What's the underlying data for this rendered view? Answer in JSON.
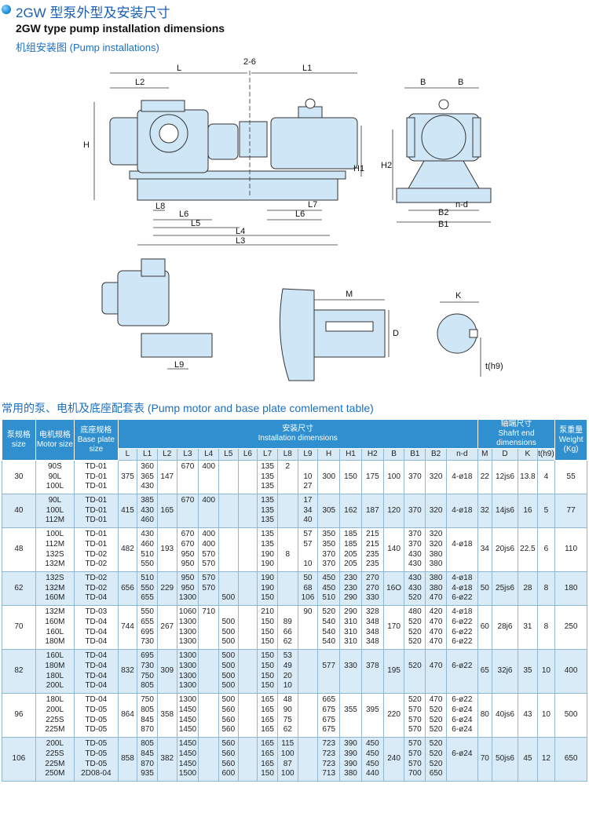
{
  "header": {
    "title_cn": "2GW 型泵外型及安装尺寸",
    "title_en": "2GW type pump installation dimensions",
    "subtitle": "机组安装图 (Pump installations)"
  },
  "drawing_labels": {
    "L": "L",
    "L2": "L2",
    "L1": "L1",
    "H": "H",
    "H1": "H1",
    "H2": "H2",
    "gap": "2-6",
    "L3": "L3",
    "L4": "L4",
    "L5": "L5",
    "L6": "L6",
    "L7": "L7",
    "L8": "L8",
    "L9": "L9",
    "B": "B",
    "B1": "B1",
    "B2": "B2",
    "nd": "n-d",
    "M": "M",
    "D": "D",
    "K": "K",
    "th9": "t(h9)"
  },
  "table": {
    "caption": "常用的泵、电机及底座配套表 (Pump motor and base plate comlement table)",
    "headers": {
      "size_cn": "泵规格",
      "size_en": "size",
      "motor_cn": "电机规格",
      "motor_en": "Motor size",
      "base_cn": "底座规格",
      "base_en": "Base plate size",
      "install_cn": "安装尺寸",
      "install_en": "Installation dimensions",
      "shaft_cn": "轴端尺寸",
      "shaft_en": "Shafrt end dimensions",
      "weight_cn": "泵重量",
      "weight_en": "Weight (Kg)"
    },
    "columns": [
      "L",
      "L1",
      "L2",
      "L3",
      "L4",
      "L5",
      "L6",
      "L7",
      "L8",
      "L9",
      "H",
      "H1",
      "H2",
      "B",
      "B1",
      "B2",
      "n-d",
      "M",
      "D",
      "K",
      "t(h9)"
    ],
    "groups": [
      {
        "size": "30",
        "motor": [
          "90S",
          "90L",
          "100L"
        ],
        "base": [
          "TD-01",
          "TD-01",
          "TD-01"
        ],
        "L": "375",
        "L1": [
          "360",
          "365",
          "430"
        ],
        "L2": "147",
        "L3": [
          "670"
        ],
        "L4": [
          "400"
        ],
        "L5": [],
        "L6": [],
        "L7": [
          "135",
          "135",
          "135"
        ],
        "L8": [
          "2"
        ],
        "L9": [
          "",
          "10",
          "27"
        ],
        "H": [
          "",
          "300",
          ""
        ],
        "H1": [
          "",
          "150",
          ""
        ],
        "H2": [
          "",
          "175",
          ""
        ],
        "B": "100",
        "B1": [
          "",
          "370",
          ""
        ],
        "B2": [
          "",
          "320",
          ""
        ],
        "nd": [
          "",
          "4-ø18",
          ""
        ],
        "M": "22",
        "D": "12js6",
        "K": "13.8",
        "t": "4",
        "weight": "55"
      },
      {
        "size": "40",
        "motor": [
          "90L",
          "100L",
          "112M"
        ],
        "base": [
          "TD-01",
          "TD-01",
          "TD-01"
        ],
        "L": "415",
        "L1": [
          "385",
          "430",
          "460"
        ],
        "L2": "165",
        "L3": [
          "670"
        ],
        "L4": [
          "400"
        ],
        "L5": [],
        "L6": [],
        "L7": [
          "135",
          "135",
          "135"
        ],
        "L8": [],
        "L9": [
          "17",
          "34",
          "40"
        ],
        "H": [
          "",
          "305",
          ""
        ],
        "H1": [
          "",
          "162",
          ""
        ],
        "H2": [
          "",
          "187",
          ""
        ],
        "B": "120",
        "B1": [
          "",
          "370",
          ""
        ],
        "B2": [
          "",
          "320",
          ""
        ],
        "nd": [
          "",
          "4-ø18",
          ""
        ],
        "M": "32",
        "D": "14js6",
        "K": "16",
        "t": "5",
        "weight": "77"
      },
      {
        "size": "48",
        "motor": [
          "100L",
          "112M",
          "132S",
          "132M"
        ],
        "base": [
          "TD-01",
          "TD-01",
          "TD-02",
          "TD-02"
        ],
        "L": "482",
        "L1": [
          "430",
          "460",
          "510",
          "550"
        ],
        "L2": "193",
        "L3": [
          "670",
          "670",
          "950",
          "950"
        ],
        "L4": [
          "400",
          "400",
          "570",
          "570"
        ],
        "L5": [],
        "L6": [],
        "L7": [
          "135",
          "135",
          "190",
          "190"
        ],
        "L8": [
          "",
          "",
          "8",
          ""
        ],
        "L9": [
          "57",
          "57",
          "",
          "10"
        ],
        "H": [
          "350",
          "350",
          "370",
          "370"
        ],
        "H1": [
          "185",
          "185",
          "205",
          "205"
        ],
        "H2": [
          "215",
          "215",
          "235",
          "235"
        ],
        "B": "140",
        "B1": [
          "370",
          "370",
          "430",
          "430"
        ],
        "B2": [
          "320",
          "320",
          "380",
          "380"
        ],
        "nd": [
          "",
          "4-ø18",
          "",
          ""
        ],
        "M": "34",
        "D": "20js6",
        "K": "22.5",
        "t": "6",
        "weight": "110"
      },
      {
        "size": "62",
        "motor": [
          "132S",
          "132M",
          "160M"
        ],
        "base": [
          "TD-02",
          "TD-02",
          "TD-04"
        ],
        "L": "656",
        "L1": [
          "510",
          "550",
          "655"
        ],
        "L2": "229",
        "L3": [
          "950",
          "950",
          "1300"
        ],
        "L4": [
          "570",
          "570",
          ""
        ],
        "L5": [
          "",
          "",
          "500"
        ],
        "L6": [],
        "L7": [
          "190",
          "190",
          "150"
        ],
        "L8": [],
        "L9": [
          "50",
          "68",
          "106"
        ],
        "H": [
          "450",
          "450",
          "510"
        ],
        "H1": [
          "230",
          "230",
          "290"
        ],
        "H2": [
          "270",
          "270",
          "330"
        ],
        "B": "16O",
        "B1": [
          "430",
          "430",
          "520"
        ],
        "B2": [
          "380",
          "380",
          "470"
        ],
        "nd": [
          "4-ø18",
          "4-ø18",
          "6-ø22"
        ],
        "M": "50",
        "D": "25js6",
        "K": "28",
        "t": "8",
        "weight": "180"
      },
      {
        "size": "70",
        "motor": [
          "132M",
          "160M",
          "160L",
          "180M"
        ],
        "base": [
          "TD-03",
          "TD-04",
          "TD-04",
          "TD-04"
        ],
        "L": "744",
        "L1": [
          "550",
          "655",
          "695",
          "730"
        ],
        "L2": "267",
        "L3": [
          "1060",
          "1300",
          "1300",
          "1300"
        ],
        "L4": [
          "710",
          "",
          "",
          ""
        ],
        "L5": [
          "",
          "500",
          "500",
          "500"
        ],
        "L6": [],
        "L7": [
          "210",
          "150",
          "150",
          "150"
        ],
        "L8": [
          "",
          "89",
          "66",
          "62"
        ],
        "L9": [
          "90",
          "",
          "",
          ""
        ],
        "H": [
          "520",
          "540",
          "540",
          "540"
        ],
        "H1": [
          "290",
          "310",
          "310",
          "310"
        ],
        "H2": [
          "328",
          "348",
          "348",
          "348"
        ],
        "B": "170",
        "B1": [
          "480",
          "520",
          "520",
          "520"
        ],
        "B2": [
          "420",
          "470",
          "470",
          "470"
        ],
        "nd": [
          "4-ø18",
          "6-ø22",
          "6-ø22",
          "6-ø22"
        ],
        "M": "60",
        "D": "28j6",
        "K": "31",
        "t": "8",
        "weight": "250"
      },
      {
        "size": "82",
        "motor": [
          "160L",
          "180M",
          "180L",
          "200L"
        ],
        "base": [
          "TD-04",
          "TD-04",
          "TD-04",
          "TD-04"
        ],
        "L": "832",
        "L1": [
          "695",
          "730",
          "750",
          "805"
        ],
        "L2": "309",
        "L3": [
          "1300",
          "1300",
          "1300",
          "1300"
        ],
        "L4": [],
        "L5": [
          "500",
          "500",
          "500",
          "500"
        ],
        "L6": [],
        "L7": [
          "150",
          "150",
          "150",
          "150"
        ],
        "L8": [
          "53",
          "49",
          "20",
          "10"
        ],
        "L9": [],
        "H": [
          "",
          "577",
          "",
          ""
        ],
        "H1": [
          "",
          "330",
          "",
          ""
        ],
        "H2": [
          "",
          "378",
          "",
          ""
        ],
        "B": "195",
        "B1": [
          "",
          "520",
          "",
          ""
        ],
        "B2": [
          "",
          "470",
          "",
          ""
        ],
        "nd": [
          "",
          "6-ø22",
          "",
          ""
        ],
        "M": "65",
        "D": "32j6",
        "K": "35",
        "t": "10",
        "weight": "400"
      },
      {
        "size": "96",
        "motor": [
          "180L",
          "200L",
          "225S",
          "225M"
        ],
        "base": [
          "TD-04",
          "TD-05",
          "TD-05",
          "TD-05"
        ],
        "L": "864",
        "L1": [
          "750",
          "805",
          "845",
          "870"
        ],
        "L2": "358",
        "L3": [
          "1300",
          "1450",
          "1450",
          "1450"
        ],
        "L4": [],
        "L5": [
          "500",
          "560",
          "560",
          "560"
        ],
        "L6": [],
        "L7": [
          "165",
          "165",
          "165",
          "165"
        ],
        "L8": [
          "48",
          "90",
          "75",
          "62"
        ],
        "L9": [],
        "H": [
          "665",
          "675",
          "675",
          "675"
        ],
        "H1": [
          "",
          "355",
          "",
          ""
        ],
        "H2": [
          "",
          "395",
          "",
          ""
        ],
        "B": "220",
        "B1": [
          "520",
          "570",
          "570",
          "570"
        ],
        "B2": [
          "470",
          "520",
          "520",
          "520"
        ],
        "nd": [
          "6-ø22",
          "6-ø24",
          "6-ø24",
          "6-ø24"
        ],
        "M": "80",
        "D": "40js6",
        "K": "43",
        "t": "10",
        "weight": "500"
      },
      {
        "size": "106",
        "motor": [
          "200L",
          "225S",
          "225M",
          "250M"
        ],
        "base": [
          "TD-05",
          "TD-05",
          "TD-05",
          "2D08-04"
        ],
        "L": "858",
        "L1": [
          "805",
          "845",
          "870",
          "935"
        ],
        "L2": "382",
        "L3": [
          "1450",
          "1450",
          "1450",
          "1500"
        ],
        "L4": [],
        "L5": [
          "560",
          "560",
          "560",
          "600"
        ],
        "L6": [],
        "L7": [
          "165",
          "165",
          "165",
          "150"
        ],
        "L8": [
          "115",
          "100",
          "87",
          "100"
        ],
        "L9": [],
        "H": [
          "723",
          "723",
          "723",
          "713"
        ],
        "H1": [
          "390",
          "390",
          "390",
          "380"
        ],
        "H2": [
          "450",
          "450",
          "450",
          "440"
        ],
        "B": "240",
        "B1": [
          "570",
          "570",
          "570",
          "700"
        ],
        "B2": [
          "520",
          "520",
          "520",
          "650"
        ],
        "nd": [
          "",
          "6-ø24",
          "",
          ""
        ],
        "M": "70",
        "D": "50js6",
        "K": "45",
        "t": "12",
        "weight": "650"
      }
    ]
  }
}
